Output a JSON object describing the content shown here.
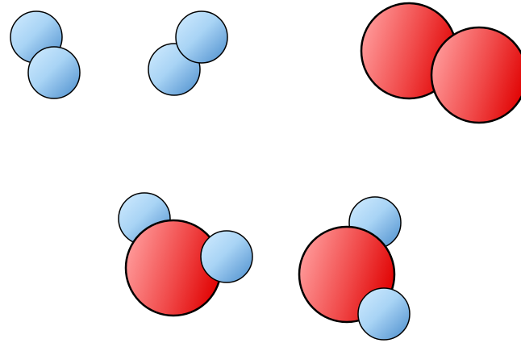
{
  "scene": {
    "colors": {
      "hydrogen_light": "#d2ecff",
      "hydrogen_mid": "#a9d4f5",
      "hydrogen_dark": "#4a8ccc",
      "oxygen_light": "#ff9a9a",
      "oxygen_mid": "#f04848",
      "oxygen_dark": "#e00000",
      "outline": "#000000"
    },
    "molecules": [
      {
        "formula": "H2",
        "atoms": [
          "H",
          "H"
        ]
      },
      {
        "formula": "H2",
        "atoms": [
          "H",
          "H"
        ]
      },
      {
        "formula": "O2",
        "atoms": [
          "O",
          "O"
        ]
      },
      {
        "formula": "H2O",
        "atoms": [
          "H",
          "O",
          "H"
        ]
      },
      {
        "formula": "H2O",
        "atoms": [
          "H",
          "O",
          "H"
        ]
      }
    ]
  }
}
